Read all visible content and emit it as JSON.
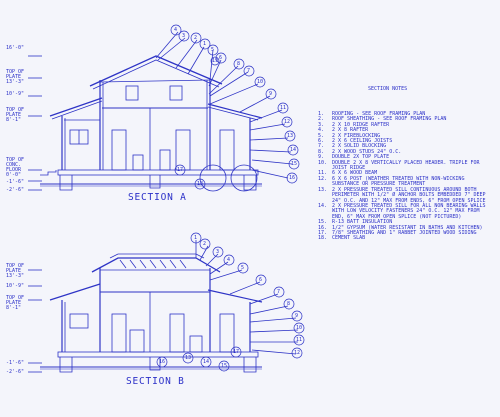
{
  "section_a": {
    "title": "SECTION A",
    "level_labels": [
      "16'-0\"",
      "TOP OF PLATE 13'-3\"",
      "10'-9\"",
      "TOP OF PLATE 8'-1\"",
      "TOP OF CONC. FLOOR 0'-0\"",
      "-1'-6\"",
      "-2'-6\""
    ],
    "callouts": [
      "4",
      "3",
      "2",
      "1",
      "5",
      "6",
      "8",
      "7",
      "10",
      "9",
      "11",
      "12",
      "13",
      "14",
      "15",
      "16",
      "17",
      "18",
      "19"
    ]
  },
  "section_b": {
    "title": "SECTION B",
    "level_labels": [
      "TOP OF PLATE 13'-3\"",
      "10'-9\"",
      "TOP OF PLATE 8'-1\"",
      "-1'-6\"",
      "-2'-6\""
    ],
    "callouts": [
      "1",
      "2",
      "3",
      "4",
      "5",
      "6",
      "7",
      "8",
      "9",
      "10",
      "11",
      "12",
      "13",
      "14",
      "15",
      "16",
      "17"
    ]
  },
  "notes": {
    "title": "SECTION NOTES",
    "items": [
      {
        "num": "1.",
        "text": "ROOFING - SEE ROOF FRAMING PLAN"
      },
      {
        "num": "2.",
        "text": "ROOF SHEATHING - SEE ROOF FRAMING PLAN"
      },
      {
        "num": "3.",
        "text": "2 X 10 RIDGE RAFTER"
      },
      {
        "num": "4.",
        "text": "2 X 8 RAFTER"
      },
      {
        "num": "5.",
        "text": "2 X FIREBLOCKING"
      },
      {
        "num": "6.",
        "text": "2 X 6 CEILING JOISTS"
      },
      {
        "num": "7.",
        "text": "2 X SOLID BLOCKING"
      },
      {
        "num": "8.",
        "text": "2 X WOOD STUDS 24\" O.C."
      },
      {
        "num": "9.",
        "text": "DOUBLE 2X TOP PLATE"
      },
      {
        "num": "10.",
        "text": "DOUBLE 2 X 8 VERTICALLY PLACED HEADER. TRIPLE FOR JOIST RIDGE"
      },
      {
        "num": "11.",
        "text": "6 X 6 WOOD BEAM"
      },
      {
        "num": "12.",
        "text": "6 X 6 POST (WEATHER TREATED WITH NON-WICKING SUBSTANCE OR PRESSURE TREATMENT"
      },
      {
        "num": "13.",
        "text": "2 X PRESSURE TREATED SILL CONTINUOUS AROUND BOTH PERIMETER WITH 1/2\" Ø ANCHOR BOLTS EMBEDDED 7\" DEEP 24\" O.C. AND 12\" MAX FROM ENDS, 6\" FROM OPEN SPLICE"
      },
      {
        "num": "14.",
        "text": "2 X PRESSURE TREATED SILL FOR ALL NON BEARING WALLS WITH LOW VELOCITY FASTENERS 24\" O.C. 12\" MAX FROM END, 6\" MAX FROM OPEN SPLICE (NOT PICTURED)"
      },
      {
        "num": "15.",
        "text": "R-13 BATT INSULATION"
      },
      {
        "num": "16.",
        "text": "1/2\" GYPSUM (WATER RESISTANT IN BATHS AND KITCHEN)"
      },
      {
        "num": "17.",
        "text": "7/8\" SHEATHING AND 1\" RABBET JOINTED WOOD SIDING"
      },
      {
        "num": "18.",
        "text": "CEMENT SLAB"
      }
    ]
  }
}
